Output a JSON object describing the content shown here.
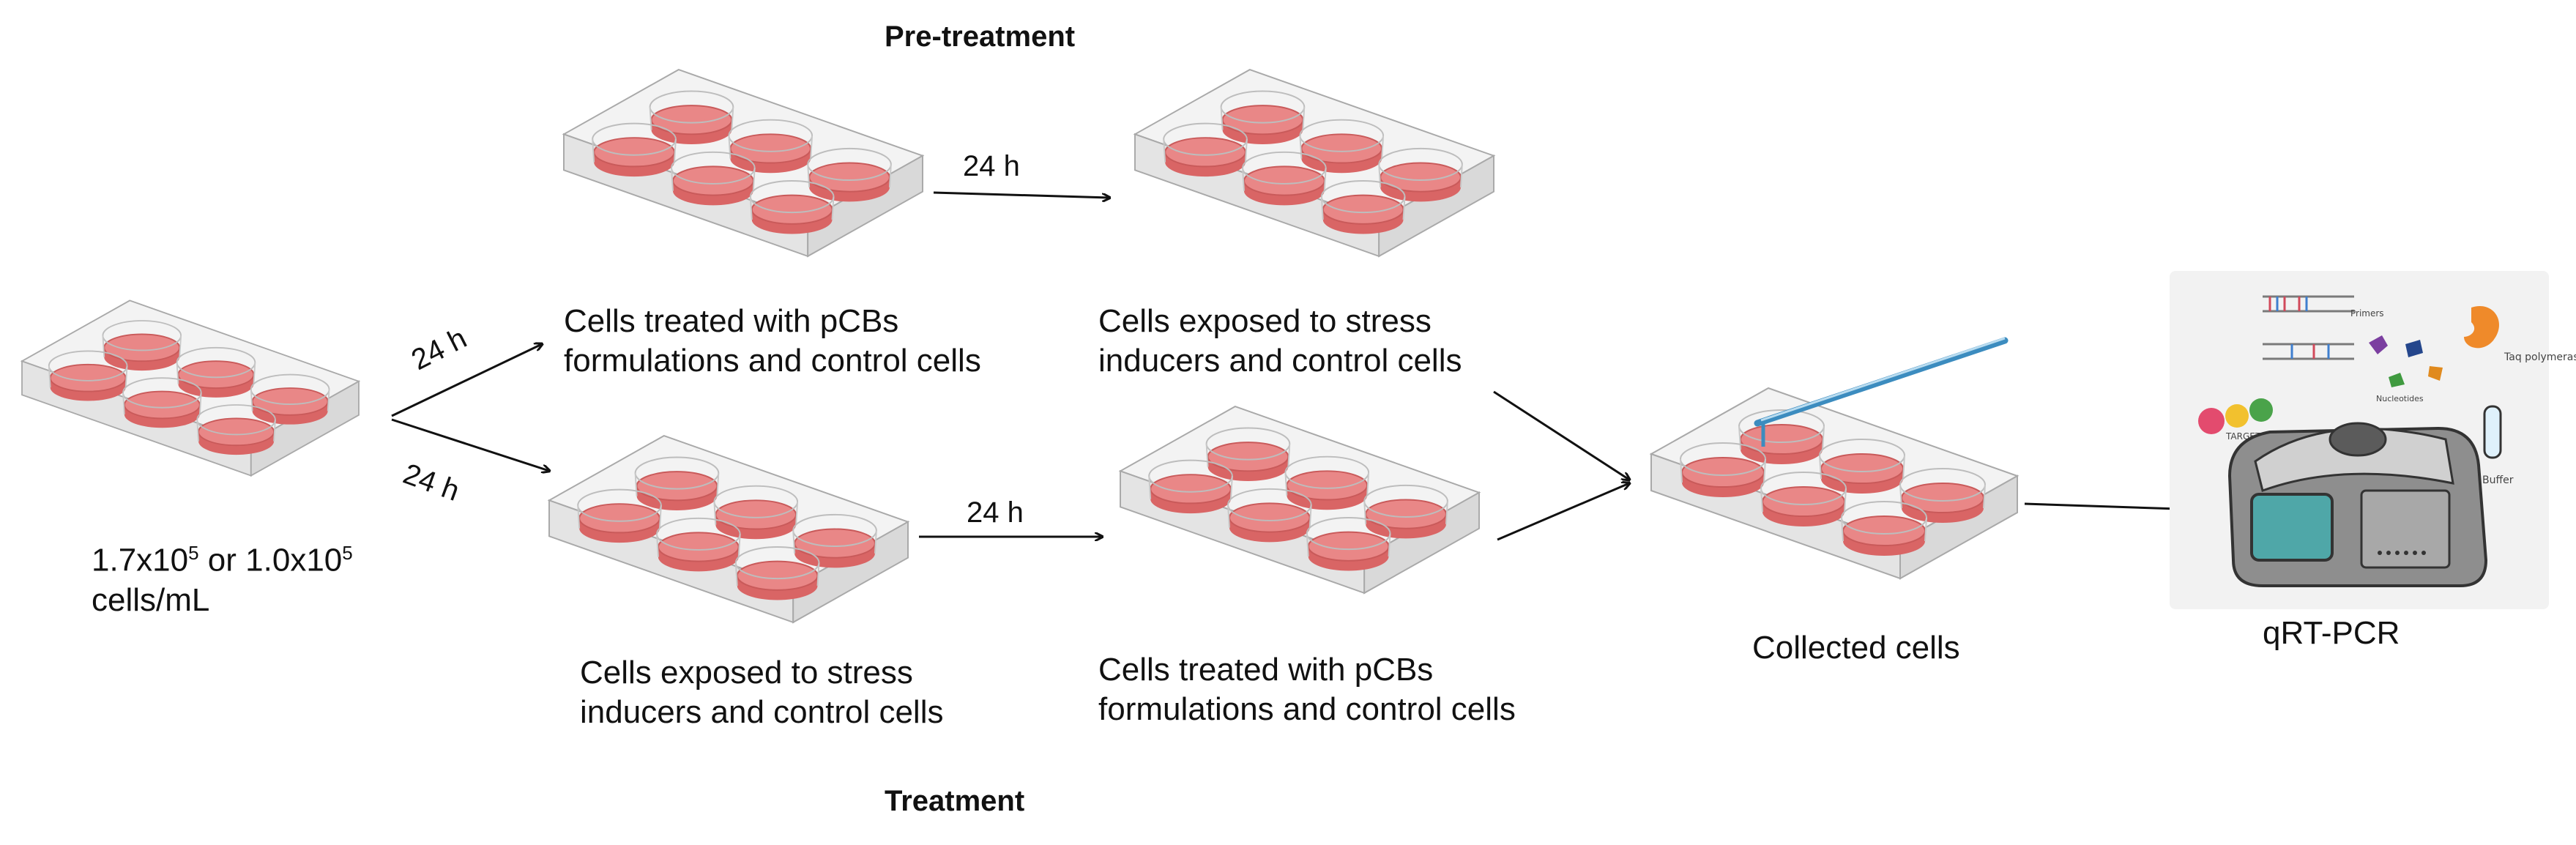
{
  "titles": {
    "pretreatment": "Pre-treatment",
    "treatment": "Treatment"
  },
  "times": {
    "diag_up": "24 h",
    "diag_down": "24 h",
    "top": "24 h",
    "bottom": "24 h"
  },
  "start": {
    "conc_a": "1.7x10",
    "exp_a": "5",
    "conc_mid": " or 1.0x10",
    "exp_b": "5",
    "unit": "cells/mL"
  },
  "labels": {
    "top_left_1": "Cells treated with pCBs",
    "top_left_2": "formulations and control cells",
    "top_right_1": "Cells exposed to stress",
    "top_right_2": "inducers and control cells",
    "bottom_left_1": "Cells exposed to stress",
    "bottom_left_2": "inducers and control cells",
    "bottom_right_1": "Cells treated with pCBs",
    "bottom_right_2": "formulations and control cells",
    "collected": "Collected cells",
    "qrtpcr": "qRT-PCR"
  },
  "machine_notes": {
    "target": "TARGET DNA",
    "primers": "Primers",
    "polymerase": "Taq polymerase",
    "nucleotides": "Nucleotides",
    "buffer": "Buffer"
  },
  "colors": {
    "well_fill": "#e37776",
    "well_edge": "#c95a5a",
    "plate_fill": "#f2f2f2",
    "plate_edge": "#a9a9a9",
    "pipette": "#3c8cbf",
    "machine": "#8e8e8e"
  }
}
